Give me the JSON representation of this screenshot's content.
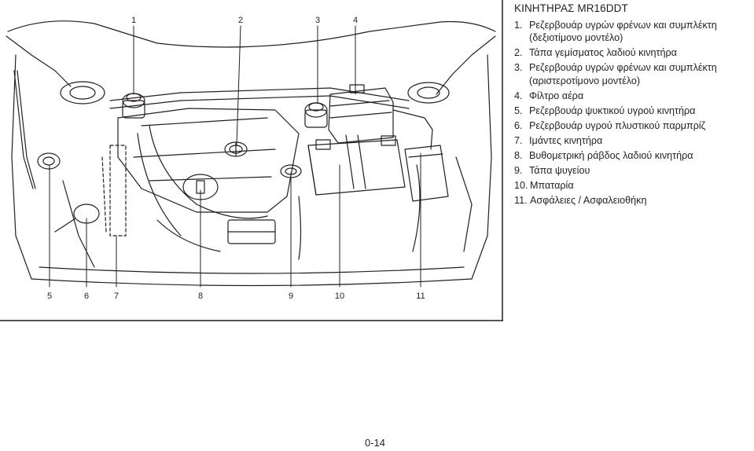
{
  "legend": {
    "title": "ΚΙΝΗΤΗΡΑΣ MR16DDT",
    "items": [
      {
        "number": "1.",
        "text": "Ρεζερβουάρ υγρών φρένων και συμπλέκτη (δεξιοτίμονο μοντέλο)"
      },
      {
        "number": "2.",
        "text": "Τάπα γεμίσματος λαδιού κινητήρα"
      },
      {
        "number": "3.",
        "text": "Ρεζερβουάρ υγρών φρένων και συμπλέκτη (αριστεροτίμονο μοντέλο)"
      },
      {
        "number": "4.",
        "text": "Φίλτρο αέρα"
      },
      {
        "number": "5.",
        "text": "Ρεζερβουάρ ψυκτικού υγρού κινητήρα"
      },
      {
        "number": "6.",
        "text": "Ρεζερβουάρ υγρού πλυστικού παρμπρίζ"
      },
      {
        "number": "7.",
        "text": "Ιμάντες κινητήρα"
      },
      {
        "number": "8.",
        "text": "Βυθομετρική ράβδος λαδιού κινητήρα"
      },
      {
        "number": "9.",
        "text": "Τάπα ψυγείου"
      },
      {
        "number": "10.",
        "text": "Μπαταρία"
      },
      {
        "number": "11.",
        "text": "Ασφάλειες / Ασφαλειοθήκη"
      }
    ]
  },
  "figure": {
    "top_callouts": [
      "1",
      "2",
      "3",
      "4"
    ],
    "bottom_callouts": [
      "5",
      "6",
      "7",
      "8",
      "9",
      "10",
      "11"
    ]
  },
  "page_number": "0-14"
}
